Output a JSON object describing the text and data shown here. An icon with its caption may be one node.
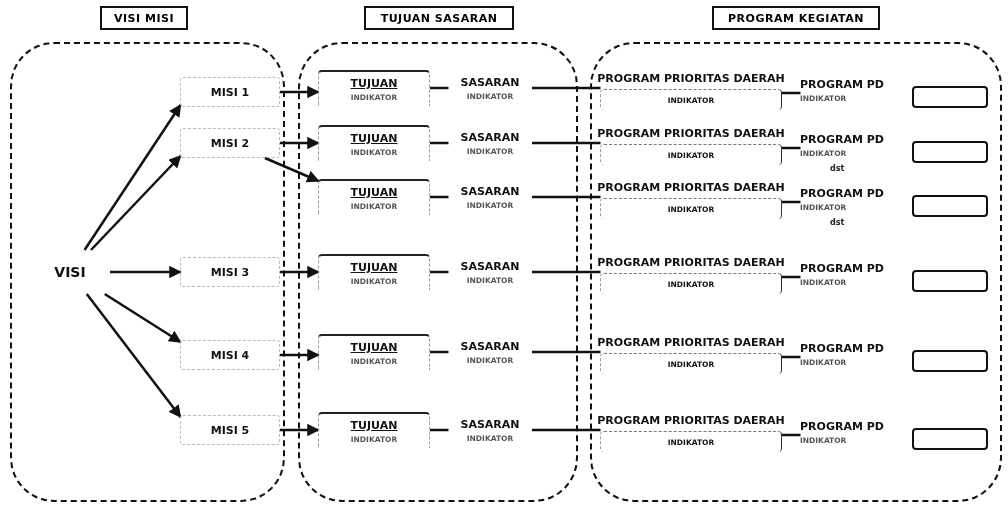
{
  "diagram": {
    "nodes": [
      {
        "text": [],
        "shape": "box"
      },
      {
        "text": [],
        "shape": "box"
      },
      {
        "text": [],
        "shape": "box"
      },
      {
        "text": [
          "VISI"
        ],
        "in": 0
      },
      {
        "text": [
          "MISI 1"
        ],
        "in": 0
      },
      {
        "text": [
          "MISI 2"
        ],
        "in": 0
      },
      {
        "text": [
          "MISI 3"
        ],
        "in": 0
      },
      {
        "text": [
          "MISI 4"
        ],
        "in": 0
      },
      {
        "text": [
          "MISI 5"
        ],
        "in": 0
      },
      {
        "text": [
          "TUJUAN",
          "INDIKATOR"
        ],
        "in": 1
      },
      {
        "text": [
          "SASARAN",
          "INDIKATOR"
        ],
        "in": 1
      },
      {
        "text": [
          "TUJUAN",
          "INDIKATOR"
        ],
        "in": 1
      },
      {
        "text": [
          "SASARAN",
          "INDIKATOR"
        ],
        "in": 1
      },
      {
        "text": [
          "TUJUAN",
          "INDIKATOR"
        ],
        "in": 1
      },
      {
        "text": [
          "SASARAN",
          "INDIKATOR"
        ],
        "in": 1
      },
      {
        "text": [
          "TUJUAN",
          "INDIKATOR"
        ],
        "in": 1
      },
      {
        "text": [
          "SASARAN",
          "INDIKATOR"
        ],
        "in": 1
      },
      {
        "text": [
          "TUJUAN",
          "INDIKATOR"
        ],
        "in": 1
      },
      {
        "text": [
          "SASARAN",
          "INDIKATOR"
        ],
        "in": 1
      },
      {
        "text": [
          "TUJUAN",
          "INDIKATOR"
        ],
        "in": 1
      },
      {
        "text": [
          "SASARAN",
          "INDIKATOR"
        ],
        "in": 1
      },
      {
        "text": [
          "PROGRAM PRIORITAS DAERAH",
          "INDIKATOR"
        ],
        "in": 2
      },
      {
        "text": [
          "PROGRAM PD",
          "INDIKATOR"
        ],
        "in": 2
      },
      {
        "text": [],
        "shape": "box",
        "in": 2
      },
      {
        "text": [
          "PROGRAM PRIORITAS DAERAH",
          "INDIKATOR"
        ],
        "in": 2
      },
      {
        "text": [
          "PROGRAM PD",
          "INDIKATOR"
        ],
        "in": 2,
        "beside": [
          "dst"
        ]
      },
      {
        "text": [],
        "shape": "box",
        "in": 2
      },
      {
        "text": [
          "PROGRAM PRIORITAS DAERAH",
          "INDIKATOR"
        ],
        "in": 2
      },
      {
        "text": [
          "PROGRAM PD",
          "INDIKATOR"
        ],
        "in": 2,
        "beside": [
          "dst"
        ]
      },
      {
        "text": [],
        "shape": "box",
        "in": 2
      },
      {
        "text": [
          "PROGRAM PRIORITAS DAERAH",
          "INDIKATOR"
        ],
        "in": 2
      },
      {
        "text": [
          "PROGRAM PD",
          "INDIKATOR"
        ],
        "in": 2
      },
      {
        "text": [],
        "shape": "box",
        "in": 2
      },
      {
        "text": [
          "PROGRAM PRIORITAS DAERAH",
          "INDIKATOR"
        ],
        "in": 2
      },
      {
        "text": [
          "PROGRAM PD",
          "INDIKATOR"
        ],
        "in": 2
      },
      {
        "text": [],
        "shape": "box",
        "in": 2
      },
      {
        "text": [
          "PROGRAM PRIORITAS DAERAH",
          "INDIKATOR"
        ],
        "in": 2
      },
      {
        "text": [
          "PROGRAM PD",
          "INDIKATOR"
        ],
        "in": 2
      },
      {
        "text": [],
        "shape": "box",
        "in": 2
      },
      {
        "text": [
          "VISI MISI"
        ]
      },
      {
        "text": [
          "TUJUAN SASARAN"
        ]
      },
      {
        "text": [
          "PROGRAM KEGIATAN"
        ]
      }
    ],
    "edges": [
      {
        "from": 3,
        "to": 4,
        "arrow": "to"
      },
      {
        "from": 3,
        "to": 5,
        "arrow": "to"
      },
      {
        "from": 3,
        "to": 6,
        "arrow": "to"
      },
      {
        "from": 3,
        "to": 7,
        "arrow": "to"
      },
      {
        "from": 3,
        "to": 8,
        "arrow": "to"
      },
      {
        "from": 4,
        "to": 9,
        "arrow": "to"
      },
      {
        "from": 5,
        "to": 11,
        "arrow": "to"
      },
      {
        "from": 5,
        "to": 13,
        "arrow": "to"
      },
      {
        "from": 6,
        "to": 15,
        "arrow": "to"
      },
      {
        "from": 7,
        "to": 17,
        "arrow": "to"
      },
      {
        "from": 8,
        "to": 19,
        "arrow": "to"
      },
      {
        "from": 9,
        "to": 10,
        "arrow": "none"
      },
      {
        "from": 11,
        "to": 12,
        "arrow": "none"
      },
      {
        "from": 13,
        "to": 14,
        "arrow": "none"
      },
      {
        "from": 15,
        "to": 16,
        "arrow": "none"
      },
      {
        "from": 17,
        "to": 18,
        "arrow": "none"
      },
      {
        "from": 19,
        "to": 20,
        "arrow": "none"
      },
      {
        "from": 10,
        "to": 21,
        "arrow": "none"
      },
      {
        "from": 12,
        "to": 24,
        "arrow": "none"
      },
      {
        "from": 14,
        "to": 27,
        "arrow": "none"
      },
      {
        "from": 16,
        "to": 30,
        "arrow": "none"
      },
      {
        "from": 18,
        "to": 33,
        "arrow": "none"
      },
      {
        "from": 20,
        "to": 36,
        "arrow": "none"
      },
      {
        "from": 21,
        "to": 22,
        "arrow": "none"
      },
      {
        "from": 24,
        "to": 25,
        "arrow": "none"
      },
      {
        "from": 27,
        "to": 28,
        "arrow": "none"
      },
      {
        "from": 30,
        "to": 31,
        "arrow": "none"
      },
      {
        "from": 33,
        "to": 34,
        "arrow": "none"
      },
      {
        "from": 36,
        "to": 37,
        "arrow": "none"
      }
    ]
  }
}
